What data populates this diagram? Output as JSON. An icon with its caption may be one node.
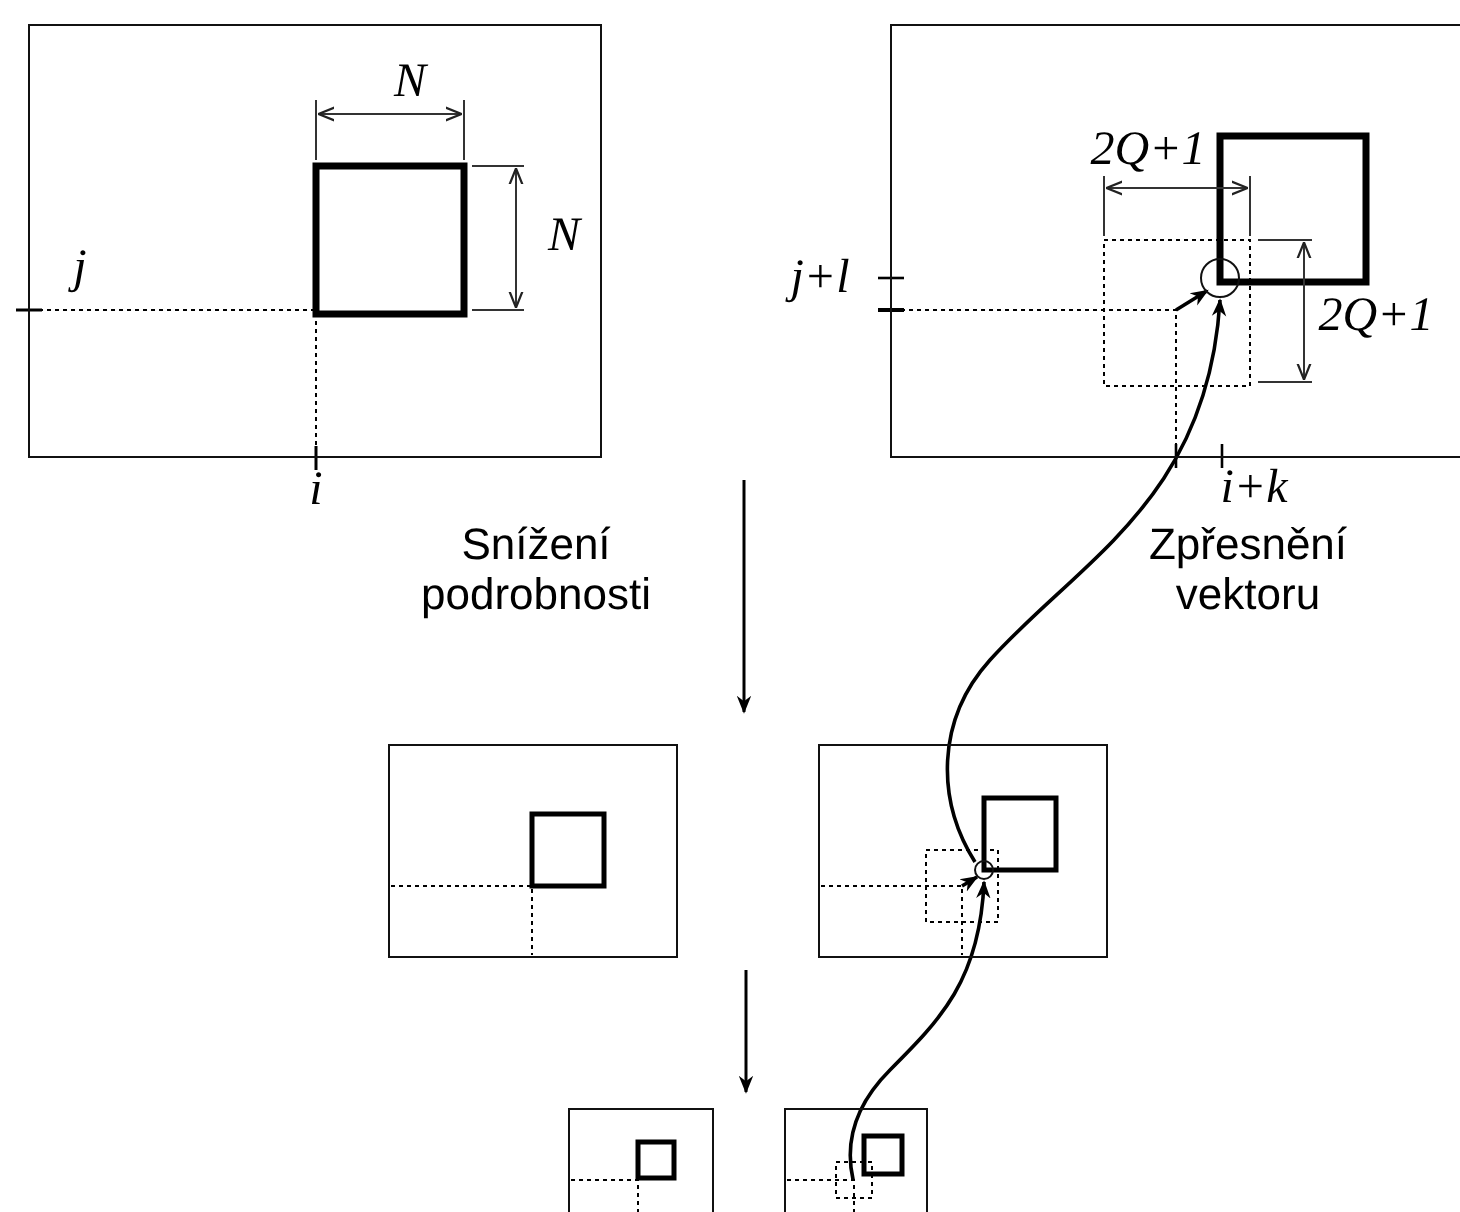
{
  "diagram": {
    "nodes": [
      {
        "text": [],
        "shape": "box"
      },
      {
        "text": [],
        "shape": "box"
      },
      {
        "text": [],
        "shape": "box"
      },
      {
        "text": [],
        "shape": "box"
      },
      {
        "text": [],
        "shape": "box"
      },
      {
        "text": [],
        "shape": "box"
      },
      {
        "text": [],
        "shape": "circle",
        "in": 1
      },
      {
        "text": [],
        "shape": "circle",
        "in": 3
      }
    ],
    "edges": [
      {
        "from": 5,
        "to": 7,
        "arrow": "to"
      },
      {
        "from": 7,
        "to": 6,
        "arrow": "to"
      },
      {
        "from": null,
        "to": 6,
        "arrow": "to"
      },
      {
        "from": null,
        "to": 7,
        "arrow": "to"
      }
    ],
    "labels": [
      "N",
      "N",
      "j",
      "i",
      "2Q+1",
      "2Q+1",
      "j+l",
      "i+k",
      "Snížení podrobnosti",
      "Zpřesnění vektoru"
    ]
  }
}
